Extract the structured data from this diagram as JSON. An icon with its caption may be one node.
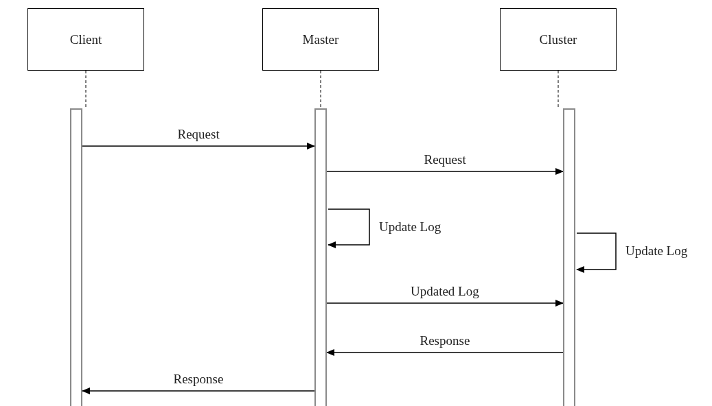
{
  "diagram": {
    "nodes": [
      {
        "text": [
          "Client"
        ]
      },
      {
        "text": [
          "Master"
        ]
      },
      {
        "text": [
          "Cluster"
        ]
      },
      {
        "text": [],
        "shape": "bar"
      },
      {
        "text": [],
        "shape": "bar"
      },
      {
        "text": [],
        "shape": "bar"
      }
    ],
    "edges": [
      {
        "from": 0,
        "to": 3,
        "arrow": "none",
        "style": "dashed"
      },
      {
        "from": 1,
        "to": 4,
        "arrow": "none",
        "style": "dashed"
      },
      {
        "from": 2,
        "to": 5,
        "arrow": "none",
        "style": "dashed"
      },
      {
        "from": 3,
        "to": 4,
        "arrow": "to",
        "label": "Request"
      },
      {
        "from": 4,
        "to": 5,
        "arrow": "to",
        "label": "Request"
      },
      {
        "from": 4,
        "to": 4,
        "arrow": "to",
        "label": "Update Log"
      },
      {
        "from": 5,
        "to": 5,
        "arrow": "to",
        "label": "Update Log"
      },
      {
        "from": 4,
        "to": 5,
        "arrow": "to",
        "label": "Updated Log"
      },
      {
        "from": 5,
        "to": 4,
        "arrow": "to",
        "label": "Response"
      },
      {
        "from": 4,
        "to": 3,
        "arrow": "to",
        "label": "Response"
      }
    ]
  }
}
